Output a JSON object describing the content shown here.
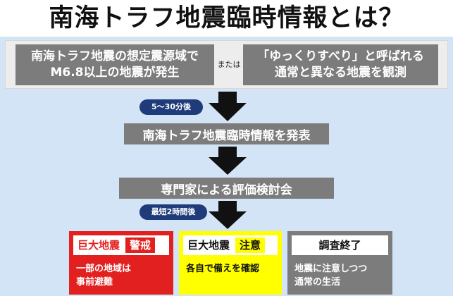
{
  "title": "南海トラフ地震臨時情報とは？",
  "conditions": {
    "left": [
      "南海トラフ地震の想定震源域で",
      "M6.8以上の地震が発生"
    ],
    "connector": "または",
    "right": [
      "「ゆっくりすべり」と呼ばれる",
      "通常と異なる地震を観測"
    ]
  },
  "timing_1": "5～30分後",
  "step_1": "南海トラフ地震臨時情報を発表",
  "step_2": "専門家による評価検討会",
  "timing_2": "最短2時間後",
  "outcomes": [
    {
      "label": "巨大地震",
      "level": "警戒",
      "desc": [
        "一部の地域は",
        "事前避難"
      ],
      "color": "#e1201f"
    },
    {
      "label": "巨大地震",
      "level": "注意",
      "desc": [
        "各自で備えを確認"
      ],
      "color": "#ffff00"
    },
    {
      "label": "調査終了",
      "level": "",
      "desc": [
        "地震に注意しつつ",
        "通常の生活"
      ],
      "color": "#7c7c7c"
    }
  ]
}
